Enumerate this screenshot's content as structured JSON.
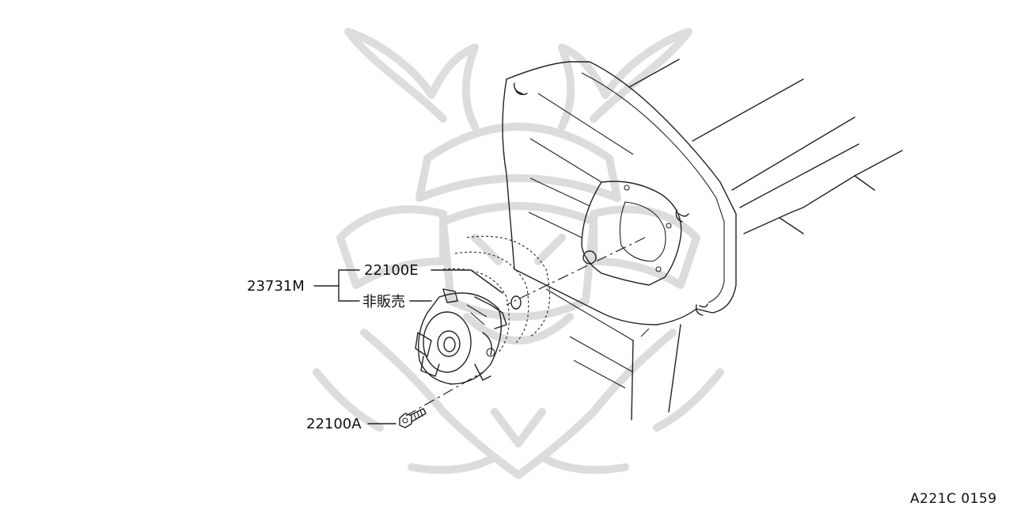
{
  "diagram": {
    "callouts": {
      "assembly": "23731M",
      "cover": "22100E",
      "not_sold": "非販売",
      "bolt": "22100A"
    },
    "figure_code": "A221C 0159"
  }
}
